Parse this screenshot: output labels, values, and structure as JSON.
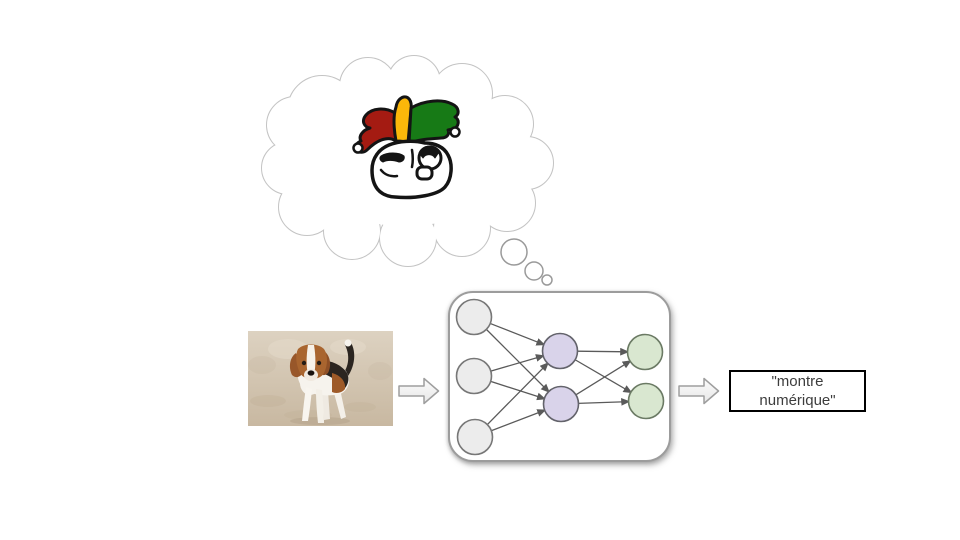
{
  "slide": {
    "background": "#ffffff",
    "thought_bubble": {
      "fill": "#ffffff",
      "outline": "#c4c4c4",
      "tail_outline": "#9a9a9a"
    },
    "joker": {
      "hat_red": "#a41b12",
      "hat_yellow": "#fbb70a",
      "hat_green": "#177a16",
      "line_color": "#141414",
      "pom_fill": "#ffffff"
    },
    "dog_photo": {
      "subject": "beagle walking on sand",
      "sand_light": "#ddd2c1",
      "sand_dark": "#c8b8a1",
      "coat_white": "#f6f3ed",
      "coat_brown": "#a9652f",
      "coat_black": "#2b2520"
    },
    "flow_arrow": {
      "fill_top": "#fcfcfc",
      "fill_bottom": "#e7e7e7",
      "stroke": "#9e9e9e"
    },
    "network": {
      "container_fill": "#ffffff",
      "container_border": "#9c9c9c",
      "edge_color": "#5a5a5a",
      "layers": [
        {
          "name": "input",
          "count": 3,
          "fill": "#ececec",
          "stroke": "#777777"
        },
        {
          "name": "hidden",
          "count": 2,
          "fill": "#d9d3ea",
          "stroke": "#63636b"
        },
        {
          "name": "output",
          "count": 2,
          "fill": "#d9e7d0",
          "stroke": "#6b7a64"
        }
      ]
    },
    "prediction": {
      "line1": "\"montre",
      "line2": "numérique\"",
      "text_color": "#3d3d3d",
      "border_color": "#000000"
    }
  }
}
